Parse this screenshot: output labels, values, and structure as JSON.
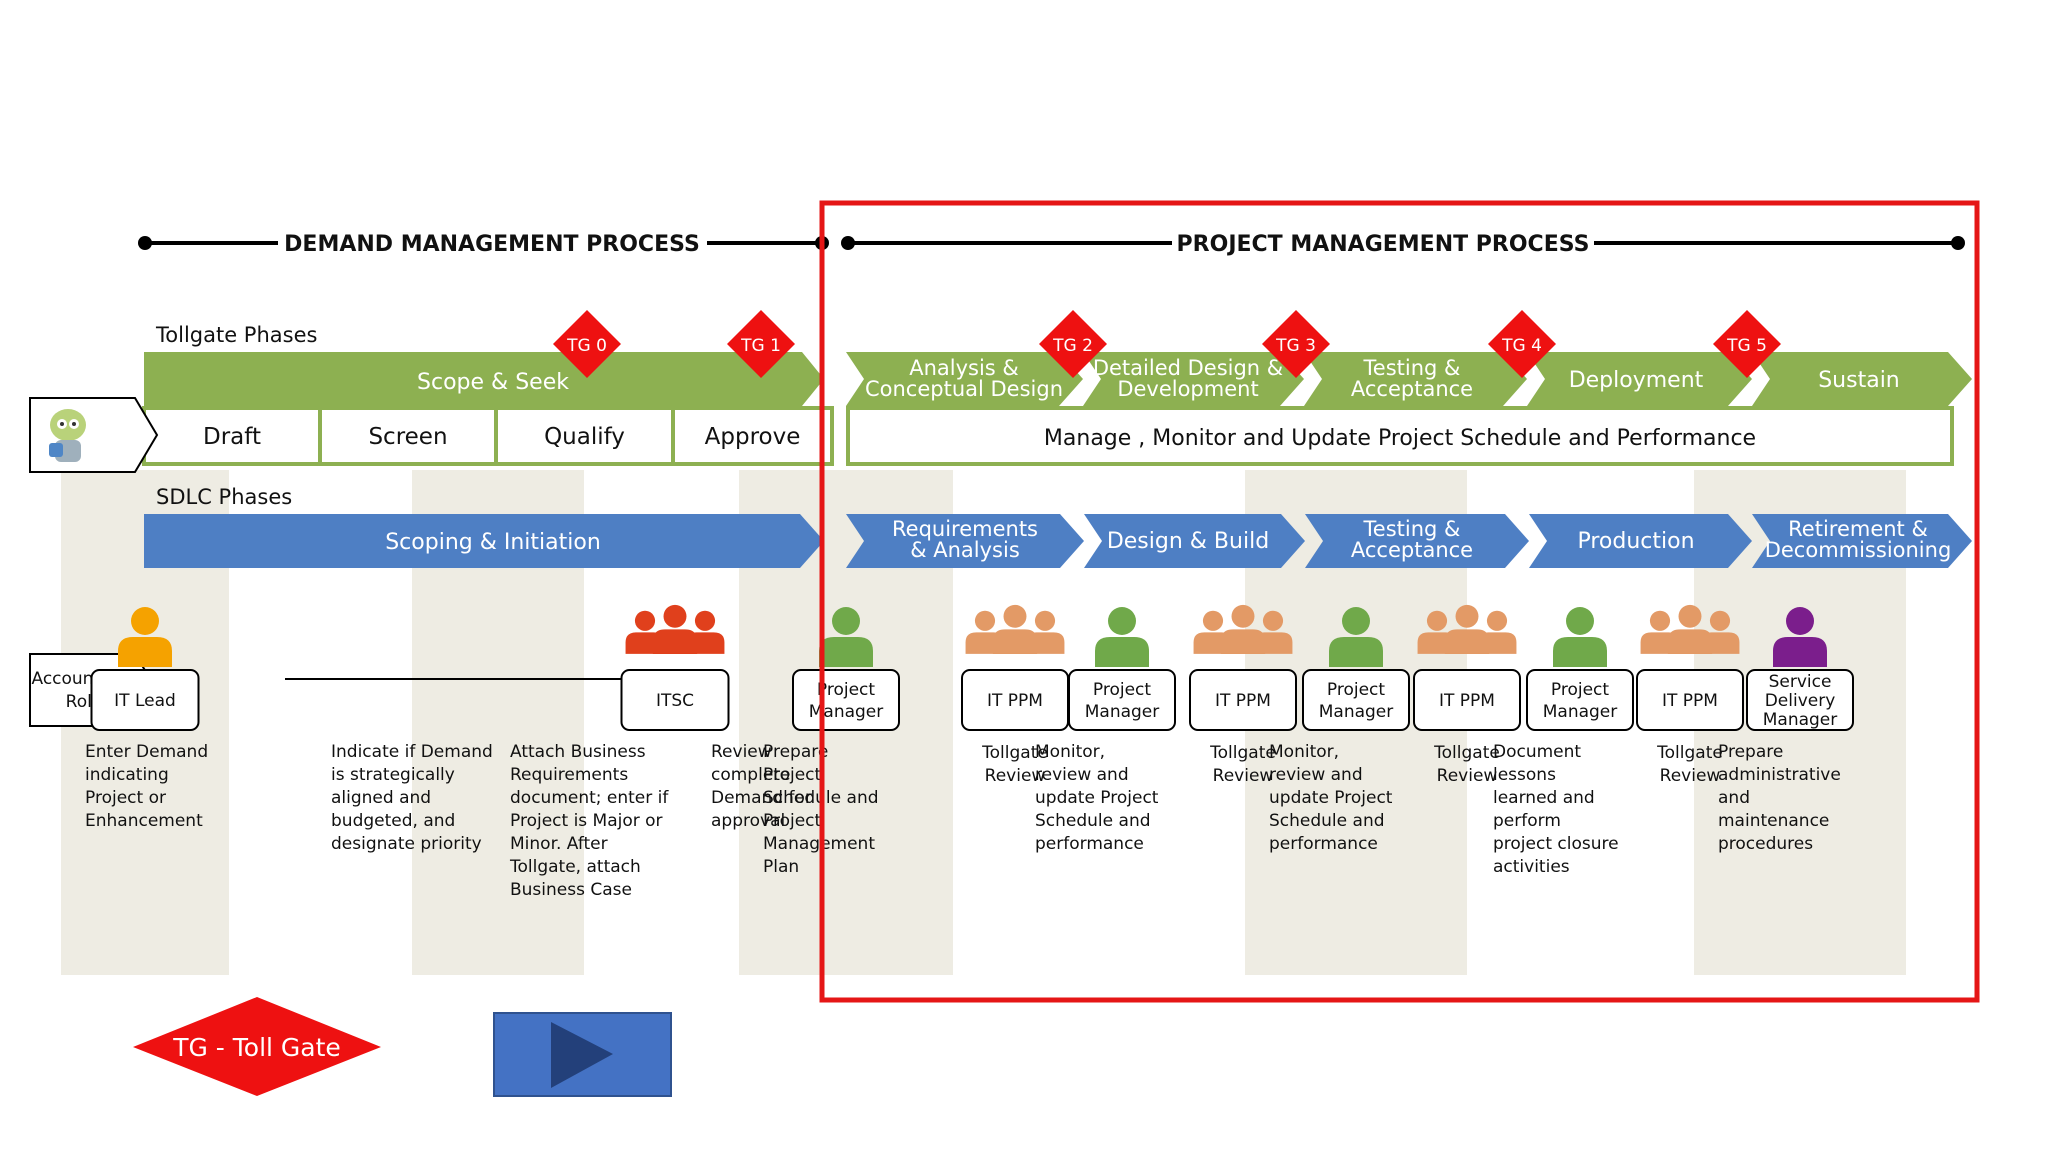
{
  "processes": {
    "demand": "DEMAND MANAGEMENT PROCESS",
    "project": "PROJECT MANAGEMENT PROCESS"
  },
  "labels": {
    "tollgate_phases": "Tollgate Phases",
    "sdlc_phases": "SDLC Phases",
    "accountable_role": [
      "Accountable",
      "Role"
    ]
  },
  "tollgates": [
    {
      "label": "TG 0"
    },
    {
      "label": "TG 1"
    },
    {
      "label": "TG 2"
    },
    {
      "label": "TG 3"
    },
    {
      "label": "TG 4"
    },
    {
      "label": "TG 5"
    }
  ],
  "tollgate_phases": {
    "demand_banner": "Scope & Seek",
    "project": [
      [
        "Analysis &",
        "Conceptual Design"
      ],
      [
        "Detailed Design &",
        "Development"
      ],
      [
        "Testing &",
        "Acceptance"
      ],
      [
        "Deployment"
      ],
      [
        "Sustain"
      ]
    ]
  },
  "demand_steps": [
    "Draft",
    "Screen",
    "Qualify",
    "Approve"
  ],
  "project_manage_bar": "Manage , Monitor and Update Project Schedule and Performance",
  "sdlc": {
    "demand": "Scoping & Initiation",
    "project": [
      [
        "Requirements",
        "& Analysis"
      ],
      [
        "Design & Build"
      ],
      [
        "Testing &",
        "Acceptance"
      ],
      [
        "Production"
      ],
      [
        "Retirement &",
        "Decommissioning"
      ]
    ]
  },
  "roles": [
    {
      "name": [
        "IT Lead"
      ],
      "icon": "single-person-icon",
      "color": "#F5A200",
      "desc": [
        "Enter Demand",
        "indicating",
        "Project or",
        "Enhancement"
      ]
    },
    {
      "name": [],
      "icon": "",
      "color": "",
      "desc": [
        "Indicate if  Demand",
        "is strategically",
        "aligned and",
        "budgeted, and",
        "designate priority"
      ]
    },
    {
      "name": [],
      "icon": "",
      "color": "",
      "desc": [
        "Attach Business",
        "Requirements",
        "document; enter if",
        "Project is Major or",
        "Minor. After",
        "Tollgate, attach",
        "Business Case"
      ]
    },
    {
      "name": [
        "ITSC"
      ],
      "icon": "group-icon",
      "color": "#E0401C",
      "desc": [
        "Review",
        "complete",
        "Demand for",
        "approval"
      ]
    },
    {
      "name": [
        "Project",
        "Manager"
      ],
      "icon": "single-person-icon",
      "color": "#70A94A",
      "desc": [
        "Prepare",
        "Project",
        "Schedule and",
        "Project",
        "Management",
        "Plan"
      ]
    },
    {
      "name": [
        "IT PPM"
      ],
      "icon": "group-icon",
      "color": "#E39A66",
      "desc": [
        "Tollgate",
        "Review"
      ]
    },
    {
      "name": [
        "Project",
        "Manager"
      ],
      "icon": "single-person-icon",
      "color": "#70A94A",
      "desc": [
        "Monitor,",
        "review and",
        "update Project",
        "Schedule and",
        "performance"
      ]
    },
    {
      "name": [
        "IT PPM"
      ],
      "icon": "group-icon",
      "color": "#E39A66",
      "desc": [
        "Tollgate",
        "Review"
      ]
    },
    {
      "name": [
        "Project",
        "Manager"
      ],
      "icon": "single-person-icon",
      "color": "#70A94A",
      "desc": [
        "Monitor,",
        "review and",
        "update Project",
        "Schedule and",
        "performance"
      ]
    },
    {
      "name": [
        "IT PPM"
      ],
      "icon": "group-icon",
      "color": "#E39A66",
      "desc": [
        "Tollgate",
        "Review"
      ]
    },
    {
      "name": [
        "Project",
        "Manager"
      ],
      "icon": "single-person-icon",
      "color": "#70A94A",
      "desc": [
        "Document",
        "lessons",
        "learned and",
        "perform",
        "project closure",
        "activities"
      ]
    },
    {
      "name": [
        "IT PPM"
      ],
      "icon": "group-icon",
      "color": "#E39A66",
      "desc": [
        "Tollgate",
        "Review"
      ]
    },
    {
      "name": [
        "Service",
        "Delivery",
        "Manager"
      ],
      "icon": "single-person-icon",
      "color": "#7B1E8C",
      "desc": [
        "Prepare",
        "administrative",
        "and",
        "maintenance",
        "procedures"
      ]
    }
  ],
  "legend": {
    "tollgate": "TG  - Toll Gate",
    "arrow_icon": "play-arrow-icon"
  },
  "colors": {
    "green": "#8DB051",
    "blue": "#4E7FC4",
    "red": "#EE1111",
    "highlight": "#E51616",
    "shade": "#EEECE3"
  }
}
